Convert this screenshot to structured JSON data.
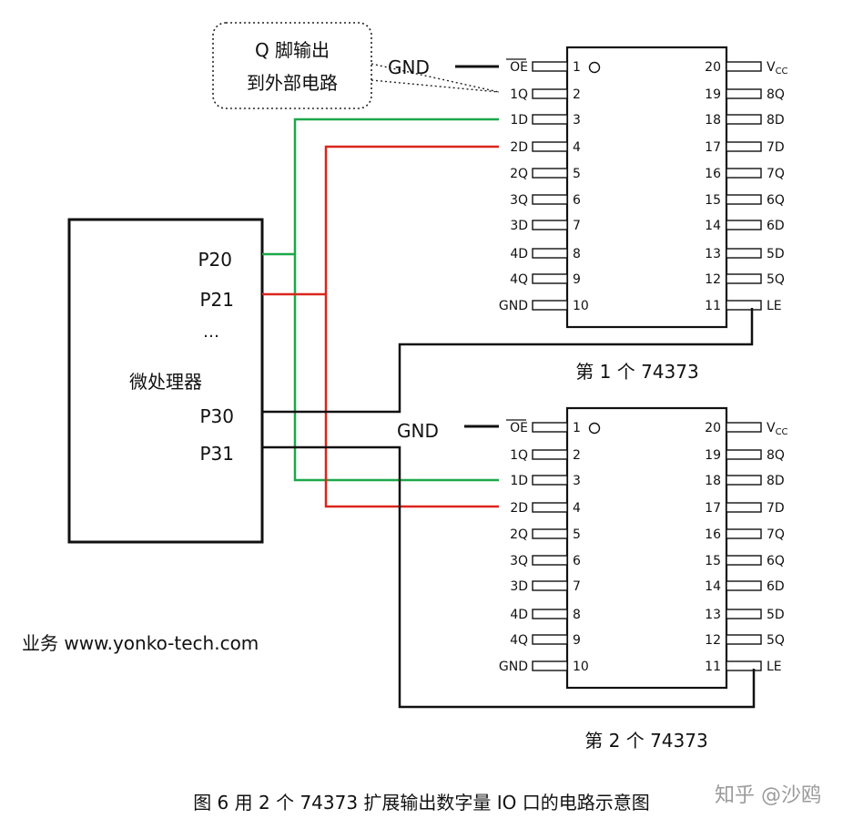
{
  "callout": {
    "line1": "Q 脚输出",
    "line2": "到外部电路"
  },
  "mcu": {
    "label": "微处理器",
    "p20": "P20",
    "p21": "P21",
    "dots": "…",
    "p30": "P30",
    "p31": "P31"
  },
  "gnd_label": "GND",
  "left_pins": [
    {
      "num": "1",
      "name": "OE"
    },
    {
      "num": "2",
      "name": "1Q"
    },
    {
      "num": "3",
      "name": "1D"
    },
    {
      "num": "4",
      "name": "2D"
    },
    {
      "num": "5",
      "name": "2Q"
    },
    {
      "num": "6",
      "name": "3Q"
    },
    {
      "num": "7",
      "name": "3D"
    },
    {
      "num": "8",
      "name": "4D"
    },
    {
      "num": "9",
      "name": "4Q"
    },
    {
      "num": "10",
      "name": "GND"
    }
  ],
  "right_pins": [
    {
      "num": "20",
      "name": "V",
      "sub": "CC"
    },
    {
      "num": "19",
      "name": "8Q"
    },
    {
      "num": "18",
      "name": "8D"
    },
    {
      "num": "17",
      "name": "7D"
    },
    {
      "num": "16",
      "name": "7Q"
    },
    {
      "num": "15",
      "name": "6Q"
    },
    {
      "num": "14",
      "name": "6D"
    },
    {
      "num": "13",
      "name": "5D"
    },
    {
      "num": "12",
      "name": "5Q"
    },
    {
      "num": "11",
      "name": "LE"
    }
  ],
  "chip1_label": "第 1 个 74373",
  "chip2_label": "第 2 个 74373",
  "website": "业务 www.yonko-tech.com",
  "caption": "图 6 用 2 个 74373 扩展输出数字量 IO 口的电路示意图",
  "watermark": "知乎 @沙鸥",
  "colors": {
    "green": "#1ca84a",
    "red": "#d9261c",
    "black": "#111111"
  }
}
